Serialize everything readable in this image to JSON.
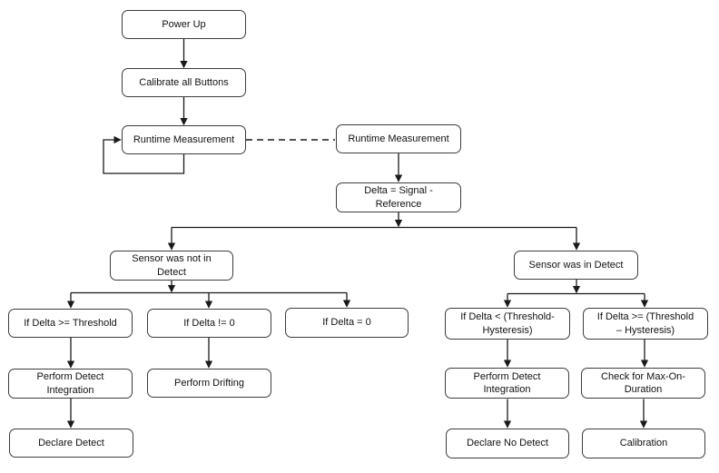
{
  "diagram_type": "flowchart",
  "colors": {
    "background": "#ffffff",
    "node_fill": "#ffffff",
    "node_border": "#3d3d3d",
    "connector": "#1a1a1a",
    "text": "#111111"
  },
  "nodes": {
    "power_up": {
      "lines": [
        "Power Up"
      ]
    },
    "calibrate": {
      "lines": [
        "Calibrate all Buttons"
      ]
    },
    "runtime_left": {
      "lines": [
        "Runtime Measurement"
      ]
    },
    "runtime_right": {
      "lines": [
        "Runtime Measurement"
      ]
    },
    "delta": {
      "lines": [
        "Delta = Signal -",
        "Reference"
      ]
    },
    "sensor_not_detect": {
      "lines": [
        "Sensor was not in",
        "Detect"
      ]
    },
    "sensor_in_detect": {
      "lines": [
        "Sensor was in Detect"
      ]
    },
    "if_ge_threshold": {
      "lines": [
        "If Delta >= Threshold"
      ]
    },
    "if_ne_zero": {
      "lines": [
        "If Delta != 0"
      ]
    },
    "if_eq_zero": {
      "lines": [
        "If Delta = 0"
      ]
    },
    "if_lt_thresh_hyst": {
      "lines": [
        "If Delta < (Threshold-",
        "Hysteresis)"
      ]
    },
    "if_ge_thresh_hyst": {
      "lines": [
        "If Delta >= (Threshold",
        "– Hysteresis)"
      ]
    },
    "perform_di_left": {
      "lines": [
        "Perform Detect",
        "Integration"
      ]
    },
    "perform_drifting": {
      "lines": [
        "Perform Drifting"
      ]
    },
    "declare_detect": {
      "lines": [
        "Declare Detect"
      ]
    },
    "perform_di_right": {
      "lines": [
        "Perform Detect",
        "Integration"
      ]
    },
    "check_max_on": {
      "lines": [
        "Check for Max-On-",
        "Duration"
      ]
    },
    "declare_no_detect": {
      "lines": [
        "Declare No Detect"
      ]
    },
    "calibration": {
      "lines": [
        "Calibration"
      ]
    }
  }
}
